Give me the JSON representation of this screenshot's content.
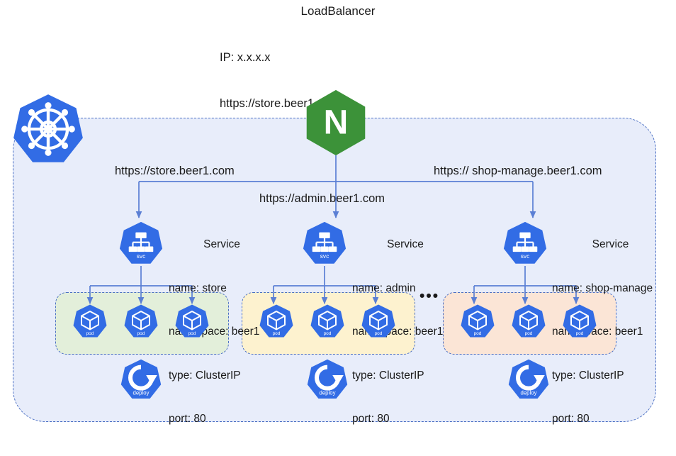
{
  "header": {
    "title": "LoadBalancer",
    "lines": [
      "IP: x.x.x.x",
      "https://store.beer1.com",
      "https://admin.beer1.com",
      "https://shop-manage.beer1.com"
    ]
  },
  "colors": {
    "k8s_blue": "#326ce5",
    "nginx_green": "#3c9239",
    "cluster_fill": "#e8edfa",
    "cluster_border": "#4a6fc4",
    "wire": "#5b7fd4",
    "podbox_green": "#e3efda",
    "podbox_yellow": "#fdf2cf",
    "podbox_orange": "#fbe5d6"
  },
  "cluster": {
    "logo_name": "kubernetes-logo",
    "ingress": {
      "name": "nginx-logo",
      "letter": "N"
    },
    "ellipsis": "•••",
    "routes": [
      {
        "label": "https://store.beer1.com"
      },
      {
        "label": "https://admin.beer1.com"
      },
      {
        "label": "https:// shop-manage.beer1.com"
      }
    ],
    "services": [
      {
        "icon_label": "svc",
        "heading": "Service",
        "name": "name: store",
        "namespace": "namespace: beer1",
        "type": "type: ClusterIP",
        "port": "port: 80",
        "pods": [
          {
            "label": "pod"
          },
          {
            "label": "pod"
          },
          {
            "label": "pod"
          }
        ],
        "deployment": {
          "label": "deploy"
        }
      },
      {
        "icon_label": "svc",
        "heading": "Service",
        "name": "name: admin",
        "namespace": "namespace: beer1",
        "type": "type: ClusterIP",
        "port": "port: 80",
        "pods": [
          {
            "label": "pod"
          },
          {
            "label": "pod"
          },
          {
            "label": "pod"
          }
        ],
        "deployment": {
          "label": "deploy"
        }
      },
      {
        "icon_label": "svc",
        "heading": "Service",
        "name": "name: shop-manage",
        "namespace": "namespace: beer1",
        "type": "type: ClusterIP",
        "port": "port: 80",
        "pods": [
          {
            "label": "pod"
          },
          {
            "label": "pod"
          },
          {
            "label": "pod"
          }
        ],
        "deployment": {
          "label": "deploy"
        }
      }
    ]
  }
}
